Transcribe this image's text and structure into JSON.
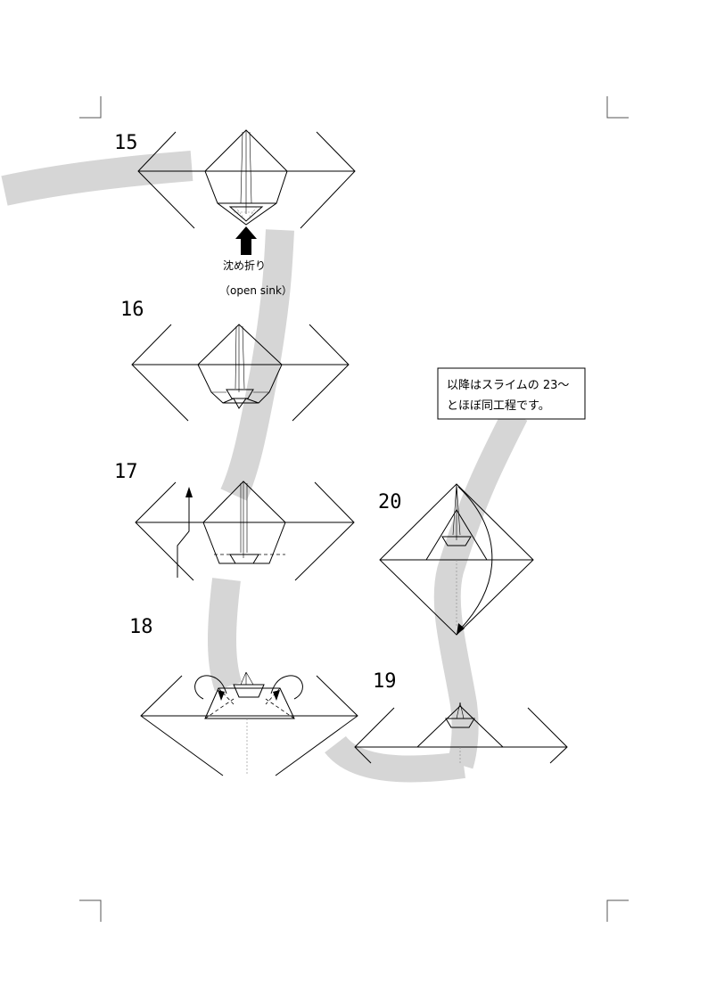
{
  "page": {
    "background": "#ffffff",
    "ribbon_color": "#d6d6d6"
  },
  "steps": [
    {
      "number": "15"
    },
    {
      "number": "16"
    },
    {
      "number": "17"
    },
    {
      "number": "18"
    },
    {
      "number": "19"
    },
    {
      "number": "20"
    }
  ],
  "step15": {
    "fold_name": "沈め折り",
    "fold_name_en": "（open sink）"
  },
  "note": {
    "line1": "以降はスライムの 23～",
    "line2": "とほぼ同工程です。"
  }
}
